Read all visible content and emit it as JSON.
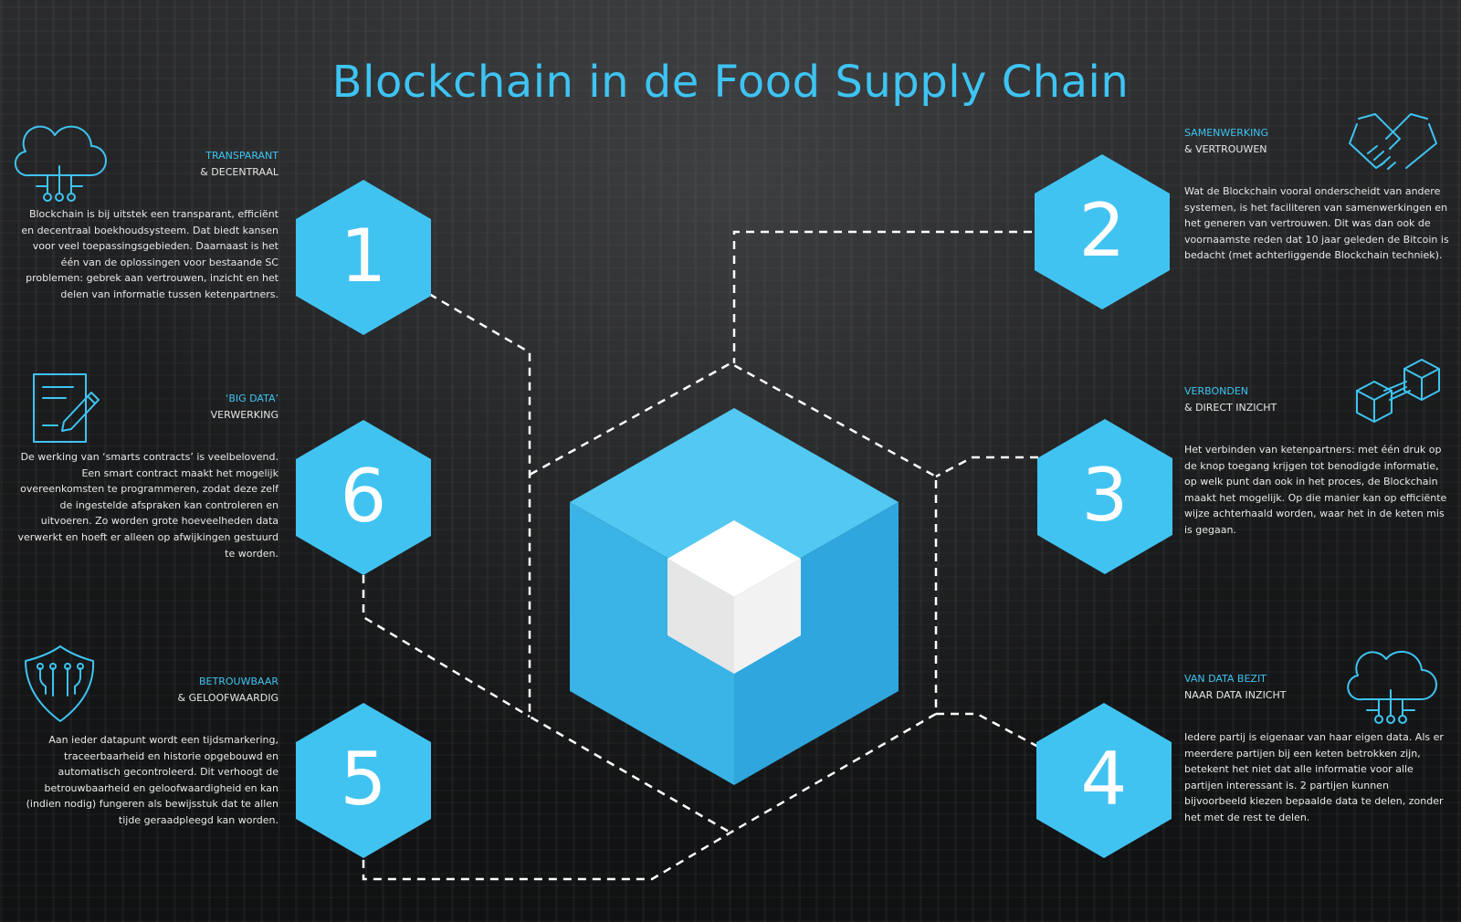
{
  "title": "Blockchain in de Food Supply Chain",
  "colors": {
    "accent": "#3ec4f2",
    "background": "#141516",
    "text": "#ffffff"
  },
  "hexagons": [
    "1",
    "2",
    "3",
    "4",
    "5",
    "6"
  ],
  "sections": {
    "s1": {
      "icon": "cloud-network-icon",
      "heading1": "TRANSPARANT",
      "heading2": "& DECENTRAAL",
      "body": "Blockchain is bij uitstek een transparant, efficiënt en decentraal boekhoudsysteem. Dat biedt kansen voor veel toepassingsgebieden. Daarnaast is het één van de oplossingen voor bestaande SC problemen: gebrek aan vertrouwen, inzicht en het delen van informatie tussen ketenpartners."
    },
    "s2": {
      "icon": "handshake-icon",
      "heading1": "SAMENWERKING",
      "heading2": "& VERTROUWEN",
      "body": "Wat de Blockchain vooral onderscheidt van andere systemen, is het faciliteren van samenwerkingen en het generen van vertrouwen. Dit was dan ook de voornaamste reden dat 10 jaar geleden de Bitcoin is bedacht (met achterliggende Blockchain techniek)."
    },
    "s3": {
      "icon": "connected-cubes-icon",
      "heading1": "VERBONDEN",
      "heading2": "& DIRECT INZICHT",
      "body": "Het verbinden van ketenpartners: met één druk op de knop toegang krijgen tot benodigde informatie, op welk punt dan ook in het proces, de Blockchain maakt het mogelijk. Op die manier kan op efficiënte wijze achterhaald worden, waar het in de keten mis is gegaan."
    },
    "s4": {
      "icon": "cloud-network-icon",
      "heading1": "VAN DATA BEZIT",
      "heading2": "NAAR DATA INZICHT",
      "body": "Iedere partij is eigenaar van haar eigen data.  Als er meerdere partijen bij een keten betrokken zijn, betekent het niet dat alle informatie voor alle partijen interessant is. 2 partijen kunnen bijvoorbeeld kiezen bepaalde data te delen, zonder het met de rest te delen."
    },
    "s5": {
      "icon": "shield-icon",
      "heading1": "BETROUWBAAR",
      "heading2": "& GELOOFWAARDIG",
      "body": "Aan ieder datapunt wordt een tijdsmarkering, traceerbaarheid en historie opgebouwd en automatisch gecontroleerd. Dit verhoogt de betrouwbaarheid en geloofwaardigheid en kan (indien nodig) fungeren als bewijsstuk dat te allen tijde geraadpleegd kan worden."
    },
    "s6": {
      "icon": "document-pen-icon",
      "heading1": "‘BIG DATA’",
      "heading2": "VERWERKING",
      "body": "De werking van ‘smarts contracts’ is veelbelovend. Een smart contract maakt het mogelijk overeenkomsten te programmeren, zodat deze zelf de ingestelde afspraken kan controleren en uitvoeren. Zo worden grote hoeveelheden data verwerkt en hoeft er alleen op afwijkingen gestuurd te worden."
    }
  }
}
